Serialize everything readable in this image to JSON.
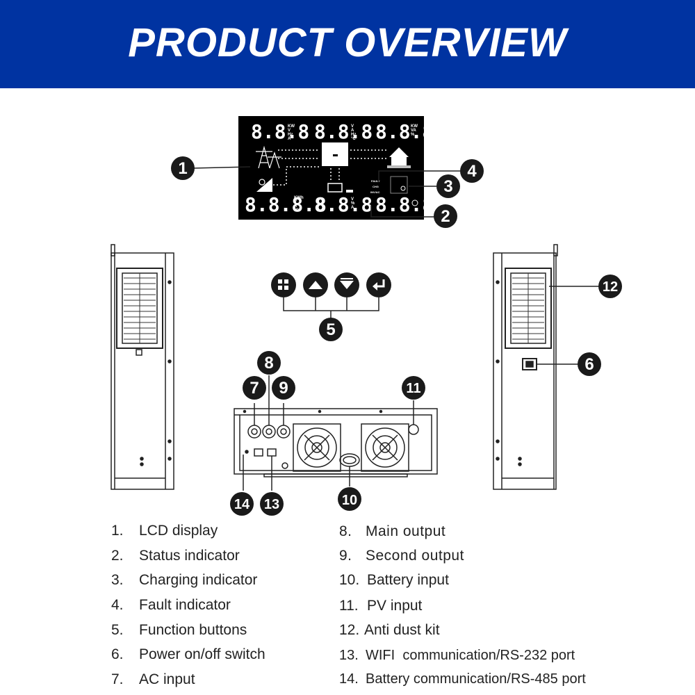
{
  "header": {
    "title": "PRODUCT OVERVIEW"
  },
  "lcd": {
    "seg_readout": "8.8.8",
    "seg_readout_long": "8.8.8.8",
    "unit_1": "KW\nV\nHz\nA",
    "unit_2": "V\nA\nHz\n°C",
    "unit_3": "KW\nVA\n%",
    "unit_4": "KWh\nV\nA\n°C",
    "unit_5": "V\n%\nA",
    "status_labels": [
      "FAULT",
      "CHG",
      "INV/AC"
    ]
  },
  "badges": [
    "1",
    "2",
    "3",
    "4",
    "5",
    "6",
    "7",
    "8",
    "9",
    "10",
    "11",
    "12",
    "13",
    "14"
  ],
  "legend_left": [
    {
      "num": "1.",
      "label": "LCD display"
    },
    {
      "num": "2.",
      "label": "Status indicator"
    },
    {
      "num": "3.",
      "label": "Charging indicator"
    },
    {
      "num": "4.",
      "label": "Fault indicator"
    },
    {
      "num": "5.",
      "label": "Function buttons"
    },
    {
      "num": "6.",
      "label": "Power on/off switch"
    },
    {
      "num": "7.",
      "label": "AC input"
    }
  ],
  "legend_right": [
    {
      "num": "8.",
      "label": "Main output"
    },
    {
      "num": "9.",
      "label": "Second output"
    },
    {
      "num": "10.",
      "label": "Battery input"
    },
    {
      "num": "11.",
      "label": "PV input"
    },
    {
      "num": "12.",
      "label": "Anti dust kit"
    },
    {
      "num": "13.",
      "label": "WIFI  communication/RS-232 port"
    },
    {
      "num": "14.",
      "label": "Battery communication/RS-485 port"
    }
  ],
  "colors": {
    "banner": "#0033a1",
    "badge": "#1a1a1a",
    "lcd": "#000000"
  }
}
